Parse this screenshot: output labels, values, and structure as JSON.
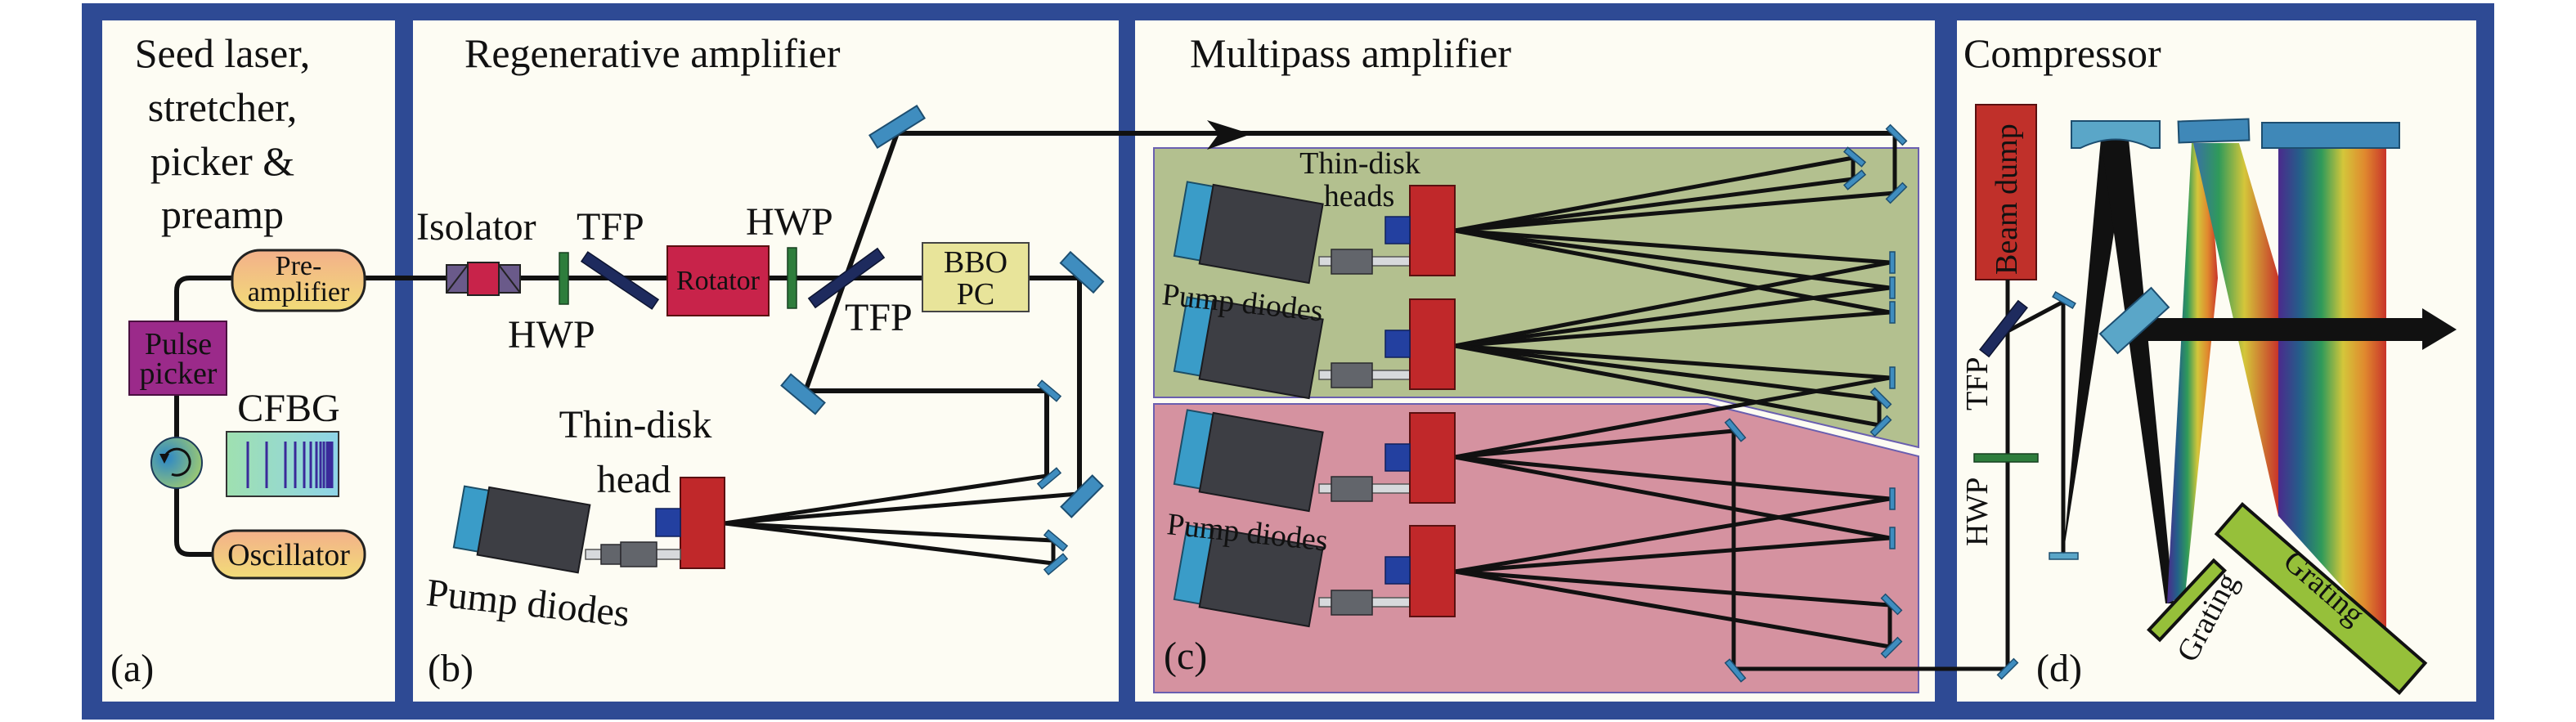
{
  "figure": {
    "colors": {
      "frame": "#2e4a94",
      "panel_background": "#fdfcf3",
      "upper_multipass_region": "#b3c08f",
      "lower_multipass_region": "#d592a0",
      "thin_disk_head": "#c0282a",
      "pump_diode_body": "#3d3e44",
      "pump_diode_front": "#3a9cc8",
      "mirror": "#3f8dbf",
      "grating": "#96c03a",
      "half_wave_plate": "#2e7d3c",
      "thin_film_polarizer": "#1e2b5e",
      "isolator": "#c8234a",
      "pulse_picker": "#9b2a8a",
      "bbo_pc": "#e8e49a",
      "pill_modules": "#f0c77a"
    },
    "panels": {
      "a": {
        "title_lines": [
          "Seed laser,",
          "stretcher,",
          "picker &",
          "preamp"
        ],
        "panel_label": "(a)",
        "preamp_lines": [
          "Pre-",
          "amplifier"
        ],
        "pulse_picker_lines": [
          "Pulse",
          "picker"
        ],
        "cfbg": "CFBG",
        "oscillator": "Oscillator"
      },
      "b": {
        "title": "Regenerative amplifier",
        "panel_label": "(b)",
        "isolator": "Isolator",
        "tfp_1": "TFP",
        "hwp_1": "HWP",
        "rotator": "Rotator",
        "hwp_2": "HWP",
        "tfp_2": "TFP",
        "bbo_pc_lines": [
          "BBO",
          "PC"
        ],
        "thin_disk_lines": [
          "Thin-disk",
          "head"
        ],
        "pump_diodes": "Pump diodes"
      },
      "c": {
        "title": "Multipass amplifier",
        "panel_label": "(c)",
        "thin_disk_lines": [
          "Thin-disk",
          "heads"
        ],
        "pump_diodes_upper": "Pump diodes",
        "pump_diodes_lower": "Pump diodes"
      },
      "d": {
        "title": "Compressor",
        "panel_label": "(d)",
        "beam_dump": "Beam dump",
        "tfp": "TFP",
        "hwp": "HWP",
        "grating_small": "Grating",
        "grating_large": "Grating"
      }
    }
  }
}
